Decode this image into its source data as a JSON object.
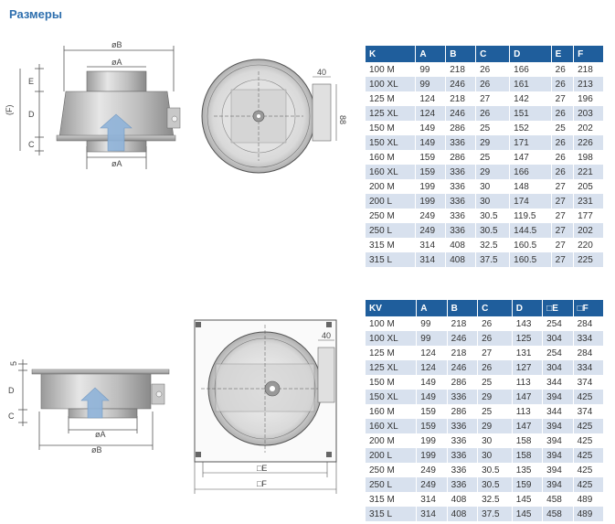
{
  "heading": "Размеры",
  "drawing1": {
    "labels": {
      "dB": "øB",
      "dA_top": "øA",
      "E": "E",
      "D": "D",
      "C": "C",
      "F": "(F)",
      "dA_bottom": "øA",
      "w40": "40",
      "h88": "88"
    }
  },
  "drawing2": {
    "labels": {
      "five": "5",
      "D": "D",
      "C": "C",
      "dA": "øA",
      "dB": "øB",
      "w40": "40",
      "E": "□E",
      "F": "□F"
    }
  },
  "table1": {
    "headers": [
      "K",
      "A",
      "B",
      "C",
      "D",
      "E",
      "F"
    ],
    "rows": [
      [
        "100 M",
        "99",
        "218",
        "26",
        "166",
        "26",
        "218"
      ],
      [
        "100 XL",
        "99",
        "246",
        "26",
        "161",
        "26",
        "213"
      ],
      [
        "125 M",
        "124",
        "218",
        "27",
        "142",
        "27",
        "196"
      ],
      [
        "125 XL",
        "124",
        "246",
        "26",
        "151",
        "26",
        "203"
      ],
      [
        "150 M",
        "149",
        "286",
        "25",
        "152",
        "25",
        "202"
      ],
      [
        "150 XL",
        "149",
        "336",
        "29",
        "171",
        "26",
        "226"
      ],
      [
        "160 M",
        "159",
        "286",
        "25",
        "147",
        "26",
        "198"
      ],
      [
        "160 XL",
        "159",
        "336",
        "29",
        "166",
        "26",
        "221"
      ],
      [
        "200 M",
        "199",
        "336",
        "30",
        "148",
        "27",
        "205"
      ],
      [
        "200 L",
        "199",
        "336",
        "30",
        "174",
        "27",
        "231"
      ],
      [
        "250 M",
        "249",
        "336",
        "30.5",
        "119.5",
        "27",
        "177"
      ],
      [
        "250 L",
        "249",
        "336",
        "30.5",
        "144.5",
        "27",
        "202"
      ],
      [
        "315 M",
        "314",
        "408",
        "32.5",
        "160.5",
        "27",
        "220"
      ],
      [
        "315 L",
        "314",
        "408",
        "37.5",
        "160.5",
        "27",
        "225"
      ]
    ]
  },
  "table2": {
    "headers": [
      "KV",
      "A",
      "B",
      "C",
      "D",
      "□E",
      "□F"
    ],
    "rows": [
      [
        "100 M",
        "99",
        "218",
        "26",
        "143",
        "254",
        "284"
      ],
      [
        "100 XL",
        "99",
        "246",
        "26",
        "125",
        "304",
        "334"
      ],
      [
        "125 M",
        "124",
        "218",
        "27",
        "131",
        "254",
        "284"
      ],
      [
        "125 XL",
        "124",
        "246",
        "26",
        "127",
        "304",
        "334"
      ],
      [
        "150 M",
        "149",
        "286",
        "25",
        "113",
        "344",
        "374"
      ],
      [
        "150 XL",
        "149",
        "336",
        "29",
        "147",
        "394",
        "425"
      ],
      [
        "160 M",
        "159",
        "286",
        "25",
        "113",
        "344",
        "374"
      ],
      [
        "160 XL",
        "159",
        "336",
        "29",
        "147",
        "394",
        "425"
      ],
      [
        "200 M",
        "199",
        "336",
        "30",
        "158",
        "394",
        "425"
      ],
      [
        "200 L",
        "199",
        "336",
        "30",
        "158",
        "394",
        "425"
      ],
      [
        "250 M",
        "249",
        "336",
        "30.5",
        "135",
        "394",
        "425"
      ],
      [
        "250 L",
        "249",
        "336",
        "30.5",
        "159",
        "394",
        "425"
      ],
      [
        "315 M",
        "314",
        "408",
        "32.5",
        "145",
        "458",
        "489"
      ],
      [
        "315 L",
        "314",
        "408",
        "37.5",
        "145",
        "458",
        "489"
      ]
    ]
  },
  "colors": {
    "header": "#1f5e9c",
    "stripe": "#d8e1ee",
    "heading": "#2e6fae",
    "arrow": "#8fb3d9"
  }
}
